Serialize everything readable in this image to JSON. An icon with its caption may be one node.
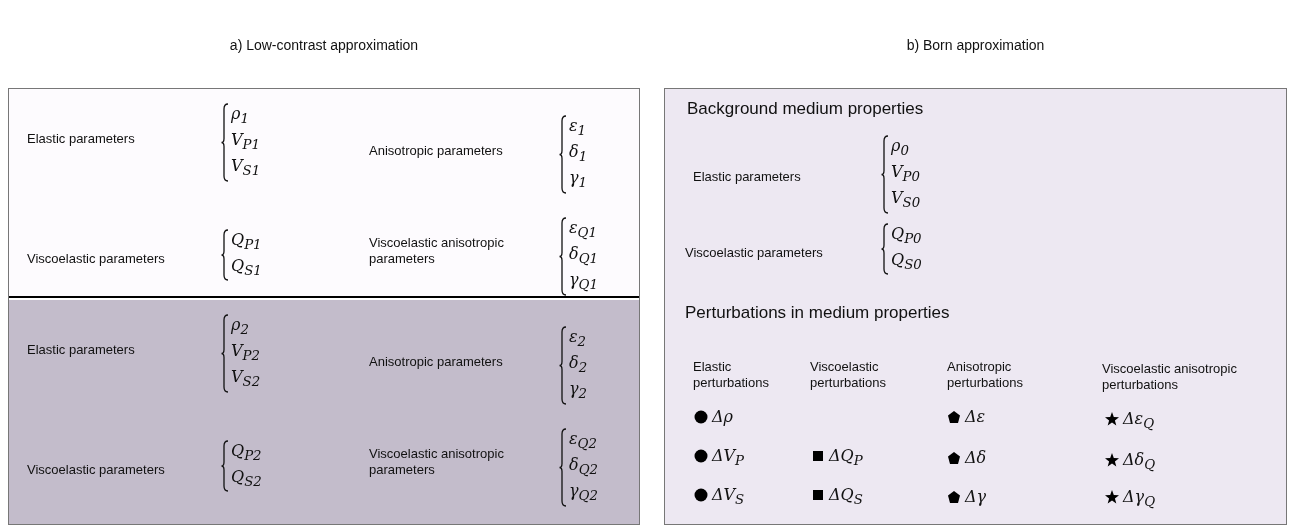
{
  "diagram": {
    "nodes": [
      {
        "text": [
          "a) Low-contrast approximation"
        ]
      },
      {
        "text": [
          "Elastic parameters",
          "ρ$_{1}$ V$_{P1}$ V$_{S1}$",
          "Anisotropic parameters",
          "ε$_{1}$ δ$_{1}$ γ$_{1}$",
          "Viscoelastic parameters",
          "Q$_{P1}$ Q$_{S1}$",
          "Viscoelastic anisotropic parameters",
          "ε$_{Q1}$ δ$_{Q1}$ γ$_{Q1}$"
        ],
        "in": 0
      },
      {
        "text": [
          "Elastic parameters",
          "ρ$_{2}$ V$_{P2}$ V$_{S2}$",
          "Anisotropic parameters",
          "ε$_{2}$ δ$_{2}$ γ$_{2}$",
          "Viscoelastic parameters",
          "Q$_{P2}$ Q$_{S2}$",
          "Viscoelastic anisotropic parameters",
          "ε$_{Q2}$ δ$_{Q2}$ γ$_{Q2}$"
        ],
        "in": 0
      },
      {
        "text": [
          "b) Born approximation",
          "Background medium properties",
          "Elastic parameters",
          "ρ$_{0}$ V$_{P0}$ V$_{S0}$",
          "Viscoelastic parameters",
          "Q$_{P0}$ Q$_{S0}$",
          "Perturbations in medium properties",
          "Elastic perturbations",
          "Viscoelastic perturbations",
          "Anisotropic perturbations",
          "Viscoelastic anisotropic perturbations",
          "Δρ",
          "Δε",
          "Δε$_{Q}$",
          "ΔV$_{P}$",
          "ΔQ$_{P}$",
          "Δδ",
          "Δδ$_{Q}$",
          "ΔV$_{S}$",
          "ΔQ$_{S}$",
          "Δγ",
          "Δγ$_{Q}$"
        ]
      }
    ]
  }
}
